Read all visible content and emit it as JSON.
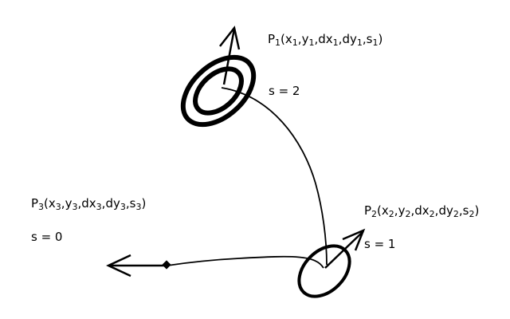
{
  "points": [
    {
      "id": "p1",
      "label": {
        "name": "P",
        "index": "1",
        "open": "(",
        "close": ")",
        "parts": [
          "x",
          "y",
          "dx",
          "dy",
          "s"
        ]
      },
      "s_text": "s = 2",
      "rings": 2
    },
    {
      "id": "p2",
      "label": {
        "name": "P",
        "index": "2",
        "open": "(",
        "close": ")",
        "parts": [
          "x",
          "y",
          "dx",
          "dy",
          "s"
        ]
      },
      "s_text": "s = 1",
      "rings": 1
    },
    {
      "id": "p3",
      "label": {
        "name": "P",
        "index": "3",
        "open": "(",
        "close": ")",
        "parts": [
          "x",
          "y",
          "dx",
          "dy",
          "s"
        ]
      },
      "s_text": "s = 0",
      "rings": 0
    }
  ],
  "stroke_color": "#000000"
}
